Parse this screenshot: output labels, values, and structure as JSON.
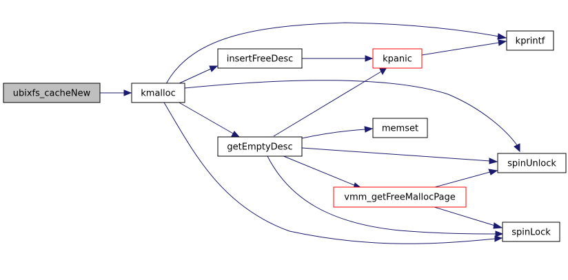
{
  "colors": {
    "edge": "#1a1a6e",
    "node_border_normal": "#000000",
    "node_border_truncated": "#ff0000",
    "root_fill": "#bfbfbf",
    "node_fill": "#ffffff"
  },
  "nodes": {
    "ubixfs_cacheNew": {
      "label": "ubixfs_cacheNew",
      "style": "root"
    },
    "kmalloc": {
      "label": "kmalloc",
      "style": "normal"
    },
    "insertFreeDesc": {
      "label": "insertFreeDesc",
      "style": "normal"
    },
    "getEmptyDesc": {
      "label": "getEmptyDesc",
      "style": "normal"
    },
    "kpanic": {
      "label": "kpanic",
      "style": "truncated"
    },
    "kprintf": {
      "label": "kprintf",
      "style": "normal"
    },
    "memset": {
      "label": "memset",
      "style": "normal"
    },
    "spinUnlock": {
      "label": "spinUnlock",
      "style": "normal"
    },
    "vmm_getFreeMallocPage": {
      "label": "vmm_getFreeMallocPage",
      "style": "truncated"
    },
    "spinLock": {
      "label": "spinLock",
      "style": "normal"
    }
  },
  "edges": [
    {
      "from": "ubixfs_cacheNew",
      "to": "kmalloc"
    },
    {
      "from": "kmalloc",
      "to": "kprintf"
    },
    {
      "from": "kmalloc",
      "to": "insertFreeDesc"
    },
    {
      "from": "kmalloc",
      "to": "spinUnlock"
    },
    {
      "from": "kmalloc",
      "to": "getEmptyDesc"
    },
    {
      "from": "kmalloc",
      "to": "spinLock"
    },
    {
      "from": "insertFreeDesc",
      "to": "kpanic"
    },
    {
      "from": "kpanic",
      "to": "kprintf"
    },
    {
      "from": "getEmptyDesc",
      "to": "kpanic"
    },
    {
      "from": "getEmptyDesc",
      "to": "memset"
    },
    {
      "from": "getEmptyDesc",
      "to": "spinUnlock"
    },
    {
      "from": "getEmptyDesc",
      "to": "vmm_getFreeMallocPage"
    },
    {
      "from": "getEmptyDesc",
      "to": "spinLock"
    },
    {
      "from": "vmm_getFreeMallocPage",
      "to": "spinUnlock"
    },
    {
      "from": "vmm_getFreeMallocPage",
      "to": "spinLock"
    }
  ]
}
